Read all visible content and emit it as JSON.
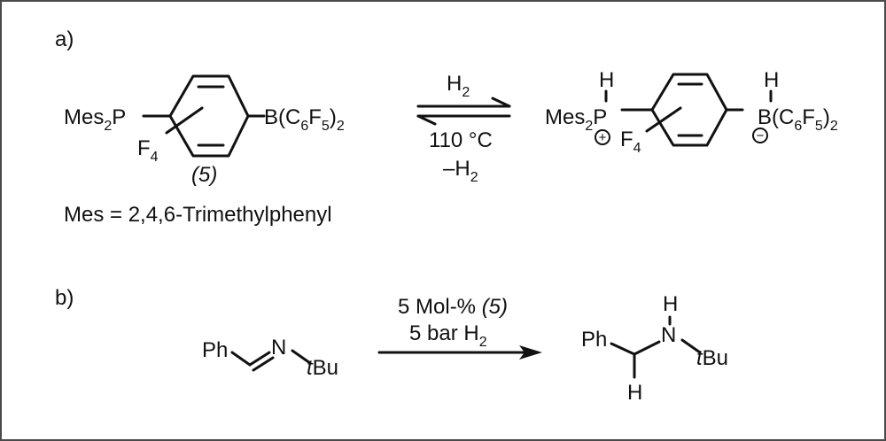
{
  "panel_a": {
    "label": "a)",
    "reactant": {
      "phos_group": "Mes",
      "phos_sub": "2",
      "phos_atom": "P",
      "ring_sub_atom": "F",
      "ring_sub_count": "4",
      "boron_group_pre": "B(C",
      "boron_sub1": "6",
      "boron_mid": "F",
      "boron_sub2": "5",
      "boron_close": ")",
      "boron_sub3": "2",
      "compound_number": "(5)"
    },
    "arrow_top": "H",
    "arrow_top_sub": "2",
    "arrow_bottom_temp": "110 °C",
    "arrow_bottom_minus": "–H",
    "arrow_bottom_sub": "2",
    "product": {
      "h_on_p": "H",
      "h_on_b": "H",
      "phos_group": "Mes",
      "phos_sub": "2",
      "phos_atom": "P",
      "plus": "+",
      "minus": "−",
      "ring_sub_atom": "F",
      "ring_sub_count": "4",
      "boron_group_pre": "B(C",
      "boron_sub1": "6",
      "boron_mid": "F",
      "boron_sub2": "5",
      "boron_close": ")",
      "boron_sub3": "2"
    },
    "definition": "Mes = 2,4,6-Trimethylphenyl"
  },
  "panel_b": {
    "label": "b)",
    "reactant_ph": "Ph",
    "reactant_n": "N",
    "reactant_t": "t",
    "reactant_bu": "Bu",
    "cond1_pre": "5 Mol-% ",
    "cond1_ref": "(5)",
    "cond2_pre": "5 bar H",
    "cond2_sub": "2",
    "product_ph": "Ph",
    "product_n": "N",
    "product_h_top": "H",
    "product_h_bottom": "H",
    "product_t": "t",
    "product_bu": "Bu"
  },
  "colors": {
    "ink": "#111111",
    "frame": "#4a4a4a",
    "background": "#ffffff"
  }
}
